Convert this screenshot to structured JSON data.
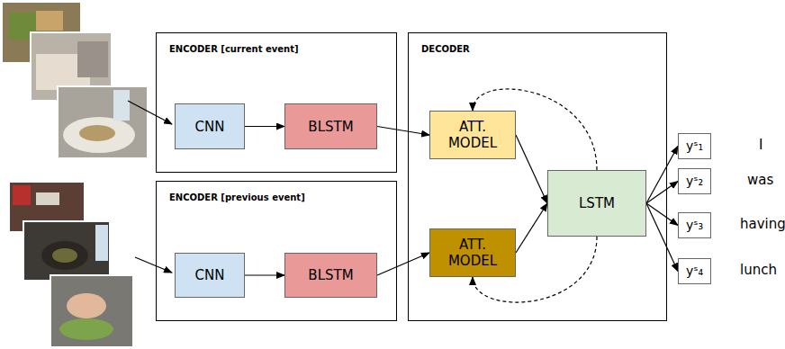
{
  "diagram": {
    "nodes": [
      {
        "text": [
          "ENCODER [current event]"
        ]
      },
      {
        "text": [
          "CNN"
        ],
        "in": 0
      },
      {
        "text": [
          "BLSTM"
        ],
        "in": 0
      },
      {
        "text": [
          "ENCODER [previous event]"
        ]
      },
      {
        "text": [
          "CNN"
        ],
        "in": 3
      },
      {
        "text": [
          "BLSTM"
        ],
        "in": 3
      },
      {
        "text": [
          "DECODER"
        ]
      },
      {
        "text": [
          "ATT. MODEL"
        ],
        "in": 6
      },
      {
        "text": [
          "ATT. MODEL"
        ],
        "in": 6
      },
      {
        "text": [
          "LSTM"
        ],
        "in": 6
      },
      {
        "text": [
          "yˢ₁"
        ]
      },
      {
        "text": [
          "yˢ₂"
        ]
      },
      {
        "text": [
          "yˢ₃"
        ]
      },
      {
        "text": [
          "yˢ₄"
        ]
      }
    ],
    "edges": [
      {
        "from": 1,
        "to": 2,
        "arrow": "to"
      },
      {
        "from": 2,
        "to": 7,
        "arrow": "to"
      },
      {
        "from": 4,
        "to": 5,
        "arrow": "to"
      },
      {
        "from": 5,
        "to": 8,
        "arrow": "to"
      },
      {
        "from": 7,
        "to": 9,
        "arrow": "to"
      },
      {
        "from": 8,
        "to": 9,
        "arrow": "to"
      },
      {
        "from": 9,
        "to": 10,
        "arrow": "to"
      },
      {
        "from": 9,
        "to": 11,
        "arrow": "to"
      },
      {
        "from": 9,
        "to": 12,
        "arrow": "to"
      },
      {
        "from": 9,
        "to": 13,
        "arrow": "to"
      },
      {
        "from": 9,
        "to": 7,
        "arrow": "to"
      },
      {
        "from": 9,
        "to": 8,
        "arrow": "to"
      }
    ],
    "labels": [
      "I",
      "was",
      "having",
      "lunch"
    ]
  }
}
